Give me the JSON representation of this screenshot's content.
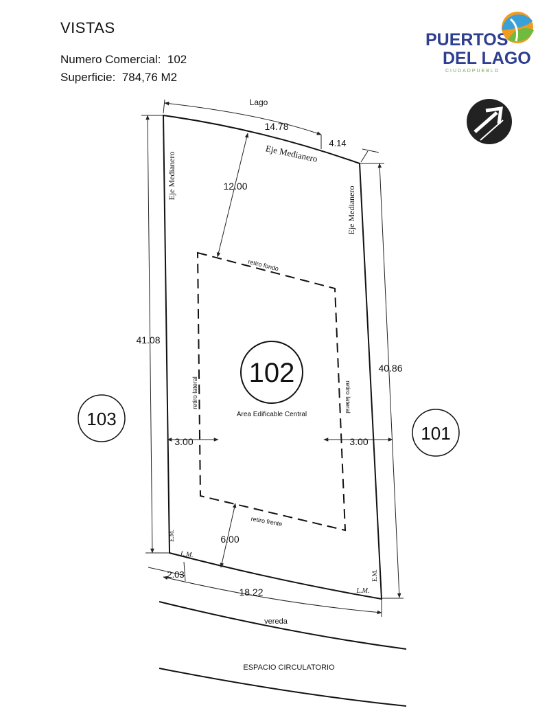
{
  "header": {
    "title": "VISTAS",
    "numero_label": "Numero Comercial:",
    "numero_value": "102",
    "superficie_label": "Superficie:",
    "superficie_value": "784,76  M2"
  },
  "logo": {
    "line1": "PUERTOS",
    "line2": "DEL LAGO",
    "tagline": "CIUDADPUEBLO",
    "brand_color": "#2e3f8f",
    "accent_color": "#f29a1f"
  },
  "plan": {
    "lot_number": "102",
    "area_label": "Area Edificable Central",
    "top_label": "Lago",
    "neighbor_left": "103",
    "neighbor_right": "101",
    "eje_top": "Eje Medianero",
    "eje_left": "Eje Medianero",
    "eje_right": "Eje Medianero",
    "retiro_fondo": "retiro fondo",
    "retiro_frente": "retiro frente",
    "retiro_lateral_left": "retiro lateral",
    "retiro_lateral_right": "retiro lateral",
    "em_left": "E.M.",
    "em_right": "E.M.",
    "lm_left": "L.M.",
    "lm_right": "L.M.",
    "vereda": "vereda",
    "espacio": "ESPACIO CIRCULATORIO",
    "dims": {
      "top_1": "14.78",
      "top_2": "4.14",
      "retiro_fondo": "12.00",
      "left_side": "41.08",
      "right_side": "40.86",
      "lateral_left": "3.00",
      "lateral_right": "3.00",
      "retiro_frente": "6.00",
      "bottom_1": "2.03",
      "bottom_2": "18.22"
    }
  }
}
